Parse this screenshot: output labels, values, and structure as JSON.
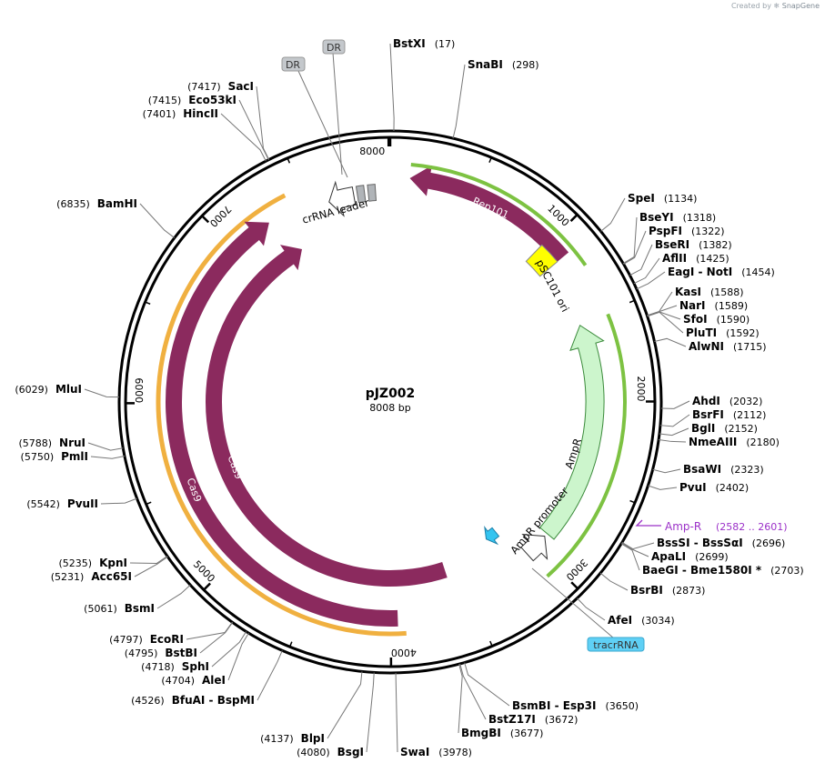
{
  "credit": {
    "prefix": "Created by",
    "brand": "SnapGene"
  },
  "plasmid": {
    "name": "pJZ002",
    "size_label": "8008 bp",
    "length": 8008
  },
  "ticks": [
    {
      "pos": 8000,
      "label": "8000"
    },
    {
      "pos": 1000,
      "label": "1000"
    },
    {
      "pos": 2000,
      "label": "2000"
    },
    {
      "pos": 3000,
      "label": "3000"
    },
    {
      "pos": 4000,
      "label": "4000"
    },
    {
      "pos": 5000,
      "label": "5000"
    },
    {
      "pos": 6000,
      "label": "6000"
    },
    {
      "pos": 7000,
      "label": "7000"
    }
  ],
  "features": [
    {
      "id": "rep101",
      "label": "Rep101",
      "color": "#8b2a5e",
      "start": 1010,
      "end": 7900
    },
    {
      "id": "cas9-inner",
      "label": "Cas9",
      "color": "#8b2a5e"
    },
    {
      "id": "cas9-outer",
      "label": "Cas9",
      "color": "#8b2a5e"
    },
    {
      "id": "ampr",
      "label": "AmpR",
      "color": "#ccf5cc"
    },
    {
      "id": "ampr-promoter",
      "label": "AmpR promoter",
      "color": "#ffffff"
    },
    {
      "id": "psc101-ori",
      "label": "pSC101 ori",
      "color": "#ffff00"
    },
    {
      "id": "crrna-leader",
      "label": "crRNA leader",
      "color": "#ffffff"
    },
    {
      "id": "dr-1",
      "label": "DR",
      "color": "#b0b4b8"
    },
    {
      "id": "dr-2",
      "label": "DR",
      "color": "#b0b4b8"
    },
    {
      "id": "tracrrna",
      "label": "tracrRNA",
      "color": "#33c4f0"
    }
  ],
  "primer": {
    "label": "Amp-R",
    "range": "(2582 .. 2601)",
    "color": "#9b30c8"
  },
  "sites": [
    {
      "name": "BstXI",
      "pos": "(17)",
      "side": "right"
    },
    {
      "name": "SnaBI",
      "pos": "(298)",
      "side": "right"
    },
    {
      "name": "SpeI",
      "pos": "(1134)",
      "side": "right"
    },
    {
      "name": "BseYI",
      "pos": "(1318)",
      "side": "right"
    },
    {
      "name": "PspFI",
      "pos": "(1322)",
      "side": "right"
    },
    {
      "name": "BseRI",
      "pos": "(1382)",
      "side": "right"
    },
    {
      "name": "AflII",
      "pos": "(1425)",
      "side": "right"
    },
    {
      "name": "EagI  -  NotI",
      "pos": "(1454)",
      "side": "right"
    },
    {
      "name": "KasI",
      "pos": "(1588)",
      "side": "right"
    },
    {
      "name": "NarI",
      "pos": "(1589)",
      "side": "right"
    },
    {
      "name": "SfoI",
      "pos": "(1590)",
      "side": "right"
    },
    {
      "name": "PluTI",
      "pos": "(1592)",
      "side": "right"
    },
    {
      "name": "AlwNI",
      "pos": "(1715)",
      "side": "right"
    },
    {
      "name": "AhdI",
      "pos": "(2032)",
      "side": "right"
    },
    {
      "name": "BsrFI",
      "pos": "(2112)",
      "side": "right"
    },
    {
      "name": "BglI",
      "pos": "(2152)",
      "side": "right"
    },
    {
      "name": "NmeAIII",
      "pos": "(2180)",
      "side": "right"
    },
    {
      "name": "BsaWI",
      "pos": "(2323)",
      "side": "right"
    },
    {
      "name": "PvuI",
      "pos": "(2402)",
      "side": "right"
    },
    {
      "name": "BssSI  -  BssSαI",
      "pos": "(2696)",
      "side": "right"
    },
    {
      "name": "ApaLI",
      "pos": "(2699)",
      "side": "right"
    },
    {
      "name": "BaeGI  -  Bme1580I *",
      "pos": "(2703)",
      "side": "right"
    },
    {
      "name": "BsrBI",
      "pos": "(2873)",
      "side": "right"
    },
    {
      "name": "AfeI",
      "pos": "(3034)",
      "side": "right"
    },
    {
      "name": "BsmBI  -  Esp3I",
      "pos": "(3650)",
      "side": "right"
    },
    {
      "name": "BstZ17I",
      "pos": "(3672)",
      "side": "right"
    },
    {
      "name": "BmgBI",
      "pos": "(3677)",
      "side": "right"
    },
    {
      "name": "SwaI",
      "pos": "(3978)",
      "side": "right"
    },
    {
      "name": "BsgI",
      "pos": "(4080)",
      "side": "left"
    },
    {
      "name": "BlpI",
      "pos": "(4137)",
      "side": "left"
    },
    {
      "name": "BfuAI  -  BspMI",
      "pos": "(4526)",
      "side": "left"
    },
    {
      "name": "AleI",
      "pos": "(4704)",
      "side": "left"
    },
    {
      "name": "SphI",
      "pos": "(4718)",
      "side": "left"
    },
    {
      "name": "BstBI",
      "pos": "(4795)",
      "side": "left"
    },
    {
      "name": "EcoRI",
      "pos": "(4797)",
      "side": "left"
    },
    {
      "name": "BsmI",
      "pos": "(5061)",
      "side": "left"
    },
    {
      "name": "Acc65I",
      "pos": "(5231)",
      "side": "left"
    },
    {
      "name": "KpnI",
      "pos": "(5235)",
      "side": "left"
    },
    {
      "name": "PvuII",
      "pos": "(5542)",
      "side": "left"
    },
    {
      "name": "PmlI",
      "pos": "(5750)",
      "side": "left"
    },
    {
      "name": "NruI",
      "pos": "(5788)",
      "side": "left"
    },
    {
      "name": "MluI",
      "pos": "(6029)",
      "side": "left"
    },
    {
      "name": "BamHI",
      "pos": "(6835)",
      "side": "left"
    },
    {
      "name": "HincII",
      "pos": "(7401)",
      "side": "left"
    },
    {
      "name": "Eco53kI",
      "pos": "(7415)",
      "side": "left"
    },
    {
      "name": "SacI",
      "pos": "(7417)",
      "side": "left"
    }
  ]
}
